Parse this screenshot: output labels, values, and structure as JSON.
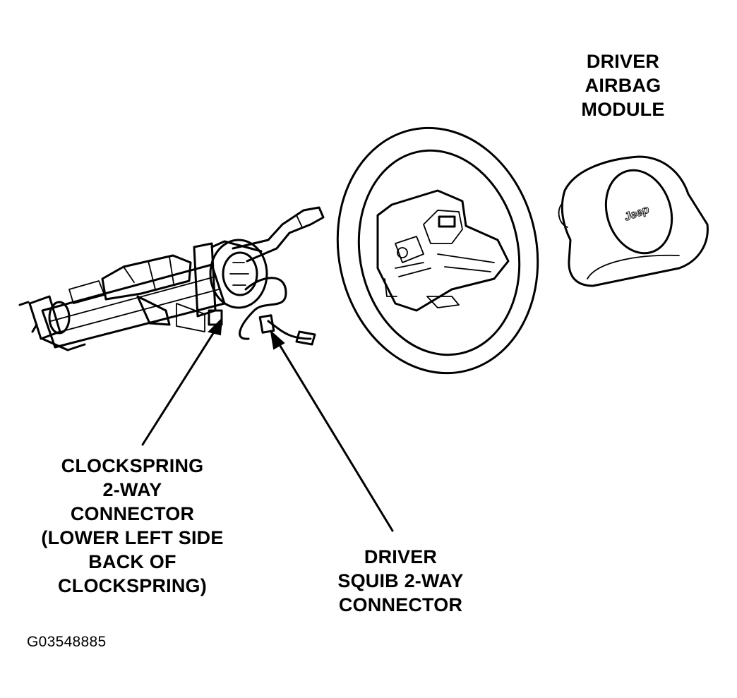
{
  "labels": {
    "driver_airbag_module": [
      "DRIVER",
      "AIRBAG",
      "MODULE"
    ],
    "clockspring_connector": [
      "CLOCKSPRING",
      "2-WAY",
      "CONNECTOR",
      "(LOWER LEFT SIDE",
      "BACK OF",
      "CLOCKSPRING)"
    ],
    "driver_squib_connector": [
      "DRIVER",
      "SQUIB 2-WAY",
      "CONNECTOR"
    ],
    "figure_id": "G03548885"
  },
  "airbag_emblem": "Jeep"
}
